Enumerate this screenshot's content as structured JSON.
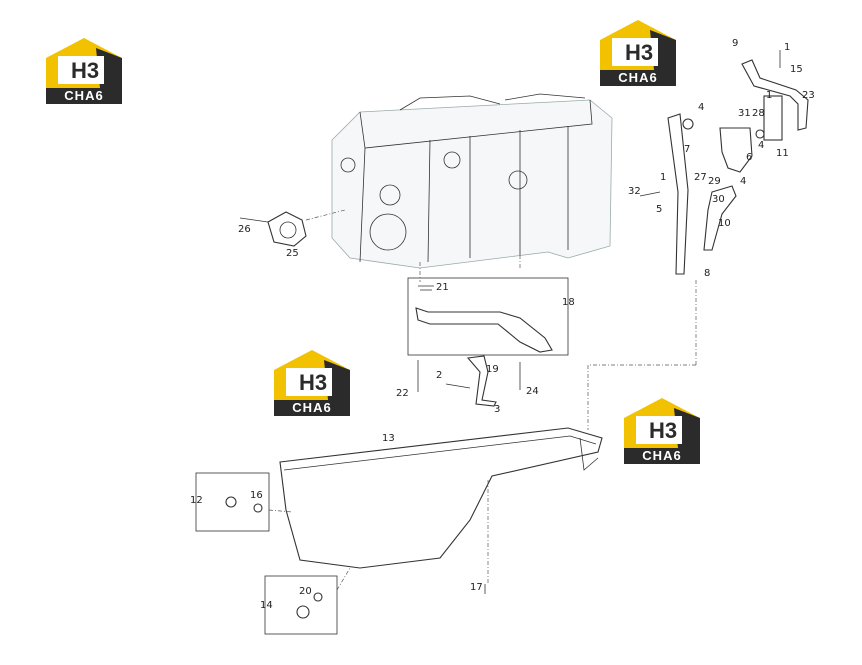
{
  "logo": {
    "mark": "H3",
    "brand": "CHA6"
  },
  "callouts": [
    "1",
    "1",
    "1",
    "2",
    "3",
    "4",
    "4",
    "4",
    "5",
    "6",
    "7",
    "8",
    "9",
    "10",
    "11",
    "12",
    "13",
    "14",
    "15",
    "16",
    "17",
    "18",
    "19",
    "20",
    "21",
    "22",
    "23",
    "24",
    "25",
    "26",
    "27",
    "28",
    "29",
    "30",
    "31",
    "32"
  ]
}
